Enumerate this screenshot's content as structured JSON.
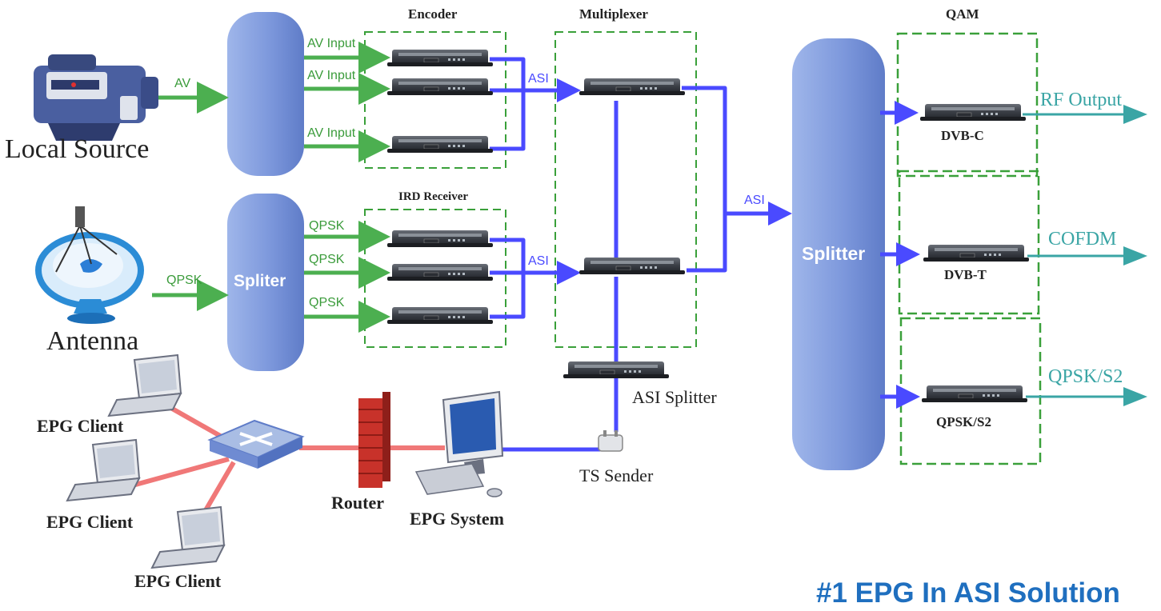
{
  "sources": {
    "local_source": "Local Source",
    "antenna": "Antenna"
  },
  "signals": {
    "av": "AV",
    "qpsk": "QPSK",
    "av_input": "AV Input",
    "asi": "ASI"
  },
  "blocks": {
    "spliter": "Spliter",
    "splitter": "Splitter",
    "encoder": "Encoder",
    "ird_receiver": "IRD Receiver",
    "multiplexer": "Multiplexer",
    "qam": "QAM",
    "asi_splitter": "ASI Splitter",
    "ts_sender": "TS Sender"
  },
  "modulators": {
    "dvb_c": "DVB-C",
    "dvb_t": "DVB-T",
    "qpsk_s2": "QPSK/S2"
  },
  "outputs": {
    "rf_output": "RF Output",
    "cofdm": "COFDM",
    "qpsk_s2": "QPSK/S2"
  },
  "network": {
    "epg_client": "EPG Client",
    "router": "Router",
    "epg_system": "EPG System"
  },
  "caption": "#1 EPG In ASI Solution",
  "colors": {
    "green_arrow": "#4caf50",
    "blue_line": "#4a4aff",
    "teal_arrow": "#3aa5a5",
    "pink_line": "#f07878",
    "dashed_box": "#3aa03a",
    "caption": "#1f6fbf"
  }
}
